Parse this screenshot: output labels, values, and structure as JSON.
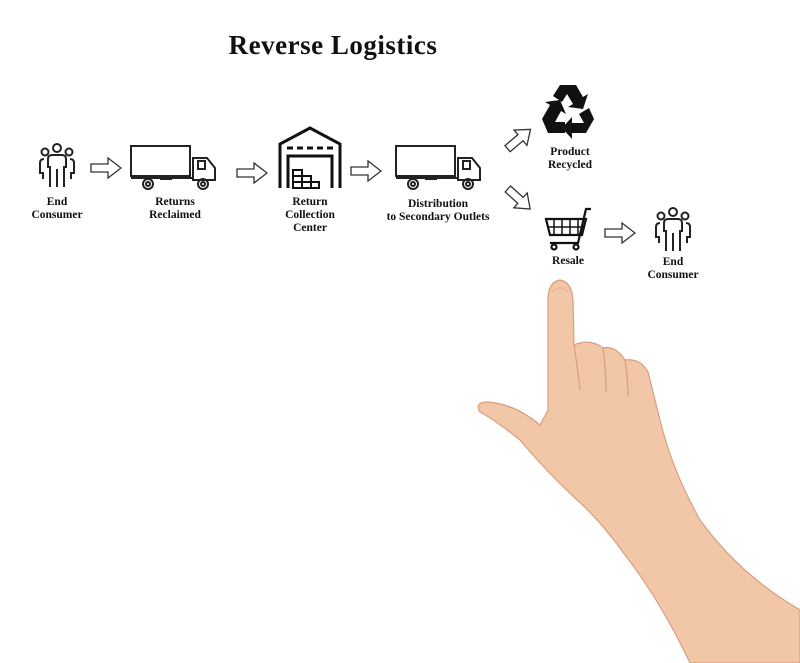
{
  "title": "Reverse Logistics",
  "nodes": {
    "end_consumer_1": {
      "line1": "End",
      "line2": "Consumer",
      "icon": "people-icon"
    },
    "returns_reclaimed": {
      "line1": "Returns",
      "line2": "Reclaimed",
      "icon": "truck-icon"
    },
    "return_collection_center": {
      "line1": "Return",
      "line2": "Collection",
      "line3": "Center",
      "icon": "warehouse-icon"
    },
    "distribution": {
      "line1": "Distribution",
      "line2": "to Secondary Outlets",
      "icon": "truck-icon"
    },
    "product_recycled": {
      "line1": "Product",
      "line2": "Recycled",
      "icon": "recycle-icon"
    },
    "resale": {
      "line1": "Resale",
      "icon": "shopping-cart-icon"
    },
    "end_consumer_2": {
      "line1": "End",
      "line2": "Consumer",
      "icon": "people-icon"
    }
  },
  "colors": {
    "ink": "#111111",
    "skin": "#f1c7a8",
    "skin_shadow": "#d99e80"
  }
}
